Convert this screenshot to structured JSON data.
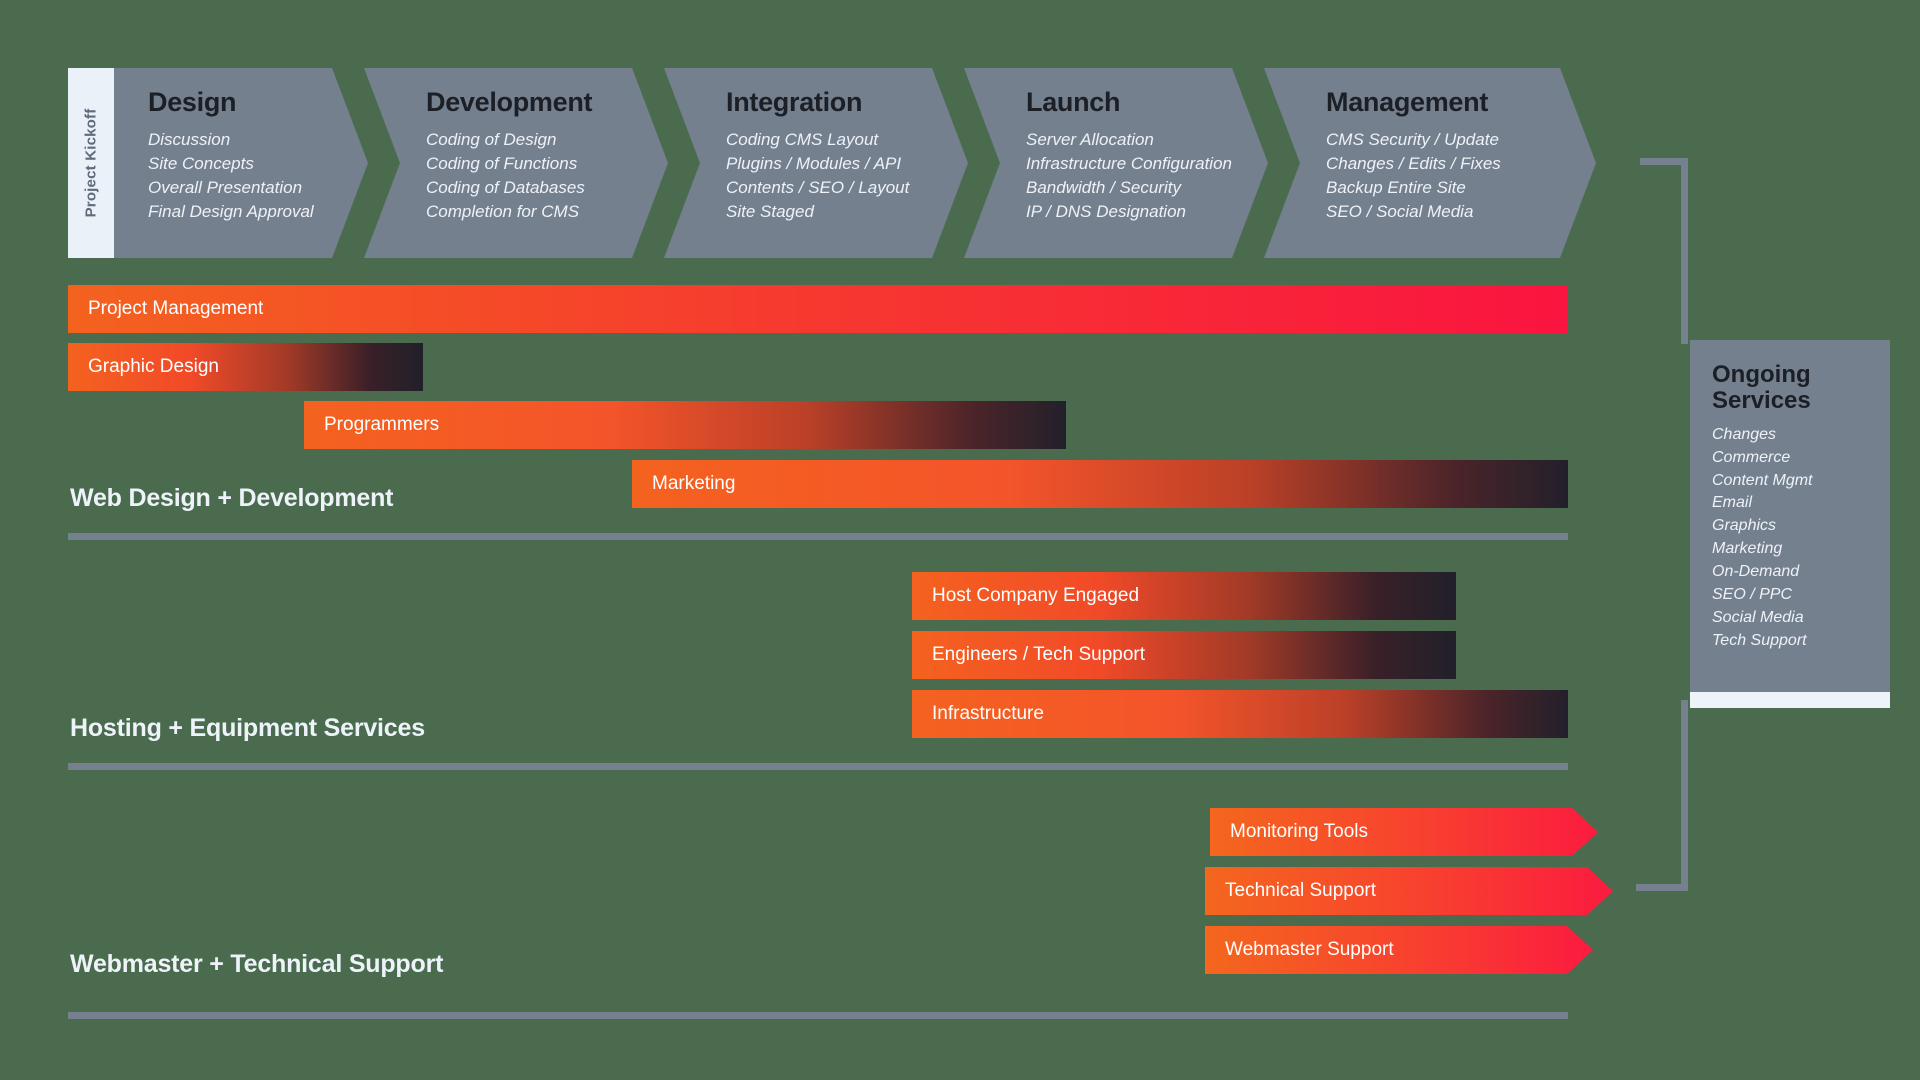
{
  "kickoff": {
    "label": "Project Kickoff"
  },
  "phases": [
    {
      "title": "Design",
      "items": [
        "Discussion",
        "Site Concepts",
        "Overall Presentation",
        "Final Design Approval"
      ]
    },
    {
      "title": "Development",
      "items": [
        "Coding of Design",
        "Coding of Functions",
        "Coding of Databases",
        "Completion for CMS"
      ]
    },
    {
      "title": "Integration",
      "items": [
        "Coding CMS Layout",
        "Plugins / Modules / API",
        "Contents / SEO / Layout",
        "Site Staged"
      ]
    },
    {
      "title": "Launch",
      "items": [
        "Server Allocation",
        "Infrastructure Configuration",
        "Bandwidth / Security",
        "IP / DNS Designation"
      ]
    },
    {
      "title": "Management",
      "items": [
        "CMS Security / Update",
        "Changes / Edits / Fixes",
        "Backup Entire Site",
        "SEO / Social Media"
      ]
    }
  ],
  "sections": [
    {
      "label": "Web Design + Development",
      "bars": [
        {
          "label": "Project Management"
        },
        {
          "label": "Graphic Design"
        },
        {
          "label": "Programmers"
        },
        {
          "label": "Marketing"
        }
      ]
    },
    {
      "label": "Hosting + Equipment Services",
      "bars": [
        {
          "label": "Host Company Engaged"
        },
        {
          "label": "Engineers / Tech Support"
        },
        {
          "label": "Infrastructure"
        }
      ]
    },
    {
      "label": "Webmaster + Technical Support",
      "bars": [
        {
          "label": "Monitoring Tools"
        },
        {
          "label": "Technical Support"
        },
        {
          "label": "Webmaster Support"
        }
      ]
    }
  ],
  "ongoing": {
    "title_line1": "Ongoing",
    "title_line2": "Services",
    "items": [
      "Changes",
      "Commerce",
      "Content Mgmt",
      "Email",
      "Graphics",
      "Marketing",
      "On-Demand",
      "SEO / PPC",
      "Social Media",
      "Tech Support"
    ]
  },
  "colors": {
    "background": "#4a6b4e",
    "chevron": "#75808f",
    "chevron_title": "#1c1f26",
    "kickoff_tab": "#ebf1f9",
    "bar_start": "#f4621f",
    "bar_end_red": "#fa1440",
    "bar_end_dark": "#21202a",
    "rule": "#76818f",
    "section_label": "#eef3fa"
  }
}
